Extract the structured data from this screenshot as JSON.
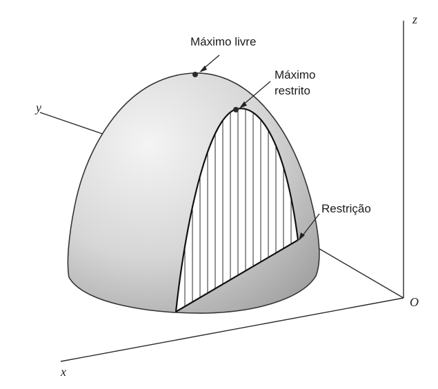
{
  "labels": {
    "free_max": "Máximo livre",
    "constrained_max_line1": "Máximo",
    "constrained_max_line2": "restrito",
    "constraint": "Restrição"
  },
  "axes": {
    "x": "x",
    "y": "y",
    "z": "z",
    "origin": "O"
  },
  "colors": {
    "dome_light": "#f2f2f2",
    "dome_mid": "#cfcfcf",
    "dome_dark": "#9a9a9a",
    "section_fill": "#ffffff",
    "ink": "#222222",
    "point": "#2b2b2b"
  }
}
